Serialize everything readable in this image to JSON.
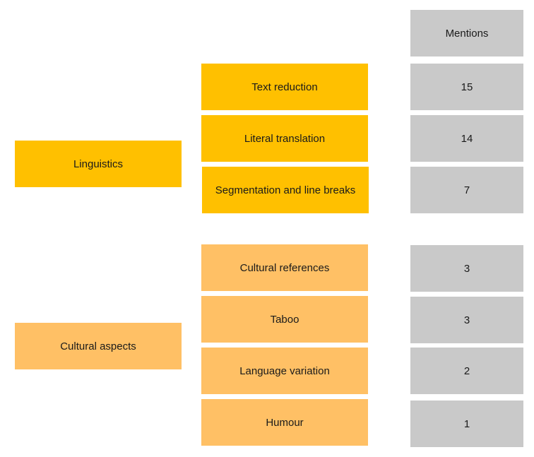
{
  "header": {
    "mentions_label": "Mentions"
  },
  "categories": [
    {
      "label": "Linguistics",
      "color": "#ffc000",
      "items": [
        {
          "label": "Text reduction",
          "mentions": "15"
        },
        {
          "label": "Literal translation",
          "mentions": "14"
        },
        {
          "label": "Segmentation and line breaks",
          "mentions": "7"
        }
      ]
    },
    {
      "label": "Cultural aspects",
      "color": "#ffc065",
      "items": [
        {
          "label": "Cultural references",
          "mentions": "3"
        },
        {
          "label": "Taboo",
          "mentions": "3"
        },
        {
          "label": "Language variation",
          "mentions": "2"
        },
        {
          "label": "Humour",
          "mentions": "1"
        }
      ]
    }
  ],
  "colors": {
    "count_box": "#c9c9c9"
  }
}
